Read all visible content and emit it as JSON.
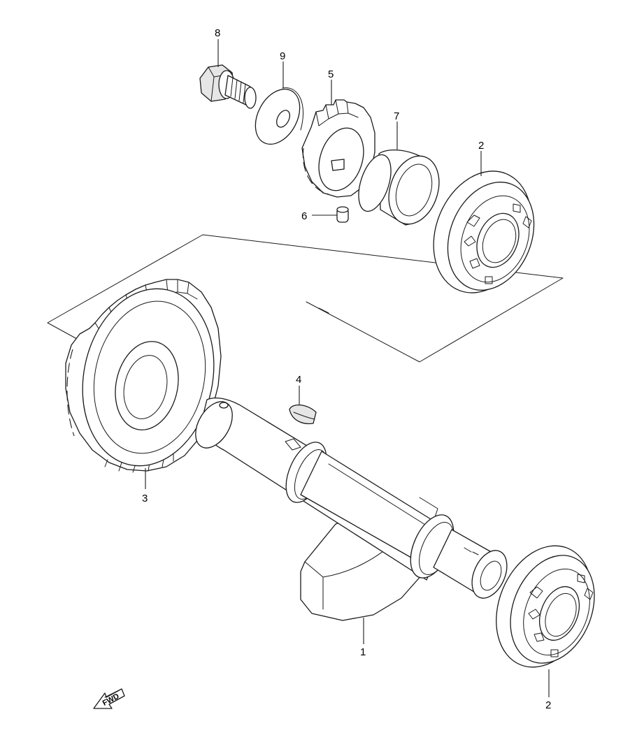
{
  "callouts": {
    "p8": "8",
    "p9": "9",
    "p5": "5",
    "p7": "7",
    "p2_top": "2",
    "p6": "6",
    "p4": "4",
    "p3": "3",
    "p1": "1",
    "p2_bottom": "2"
  },
  "fwd_label": "FWD",
  "icons": [
    "fwd-arrow-icon"
  ],
  "colors": {
    "line": "#1a1a1a",
    "background": "#ffffff"
  }
}
